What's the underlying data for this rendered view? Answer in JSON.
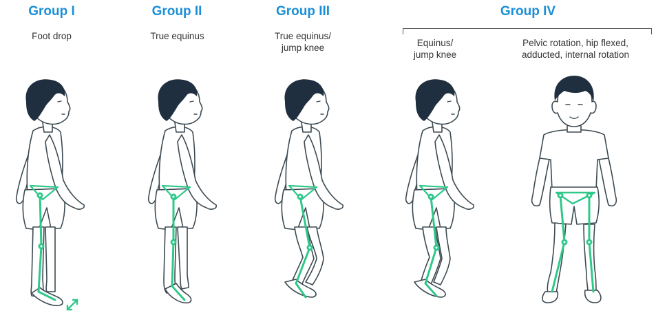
{
  "groups": [
    {
      "title": "Group I",
      "caption": "Foot drop"
    },
    {
      "title": "Group II",
      "caption": "True equinus"
    },
    {
      "title": "Group III",
      "caption_lines": [
        "True equinus/",
        "jump knee"
      ]
    },
    {
      "title": "Group IV",
      "sub_captions": [
        {
          "lines": [
            "Equinus/",
            "jump knee"
          ]
        },
        {
          "lines": [
            "Pelvic rotation, hip flexed,",
            "adducted, internal rotation"
          ]
        }
      ]
    }
  ],
  "colors": {
    "title": "#1a8fd6",
    "skeleton": "#2fc88a",
    "outline": "#3d4a52",
    "hair": "#1f2f3f"
  }
}
